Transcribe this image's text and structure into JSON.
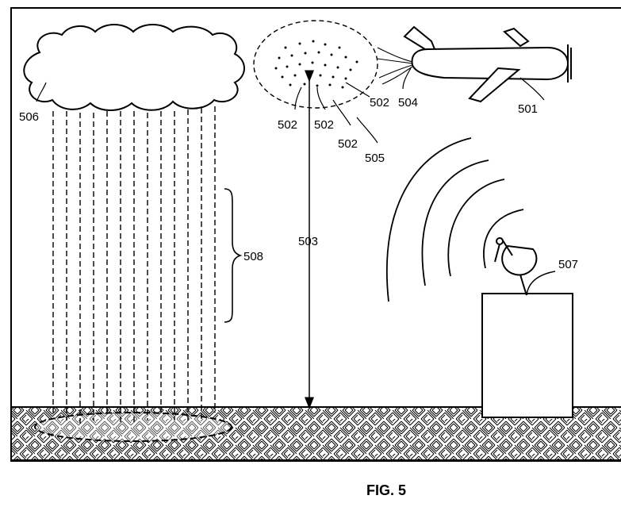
{
  "caption": "FIG. 5",
  "labels": {
    "aircraft": "501",
    "particle_a": "502",
    "particle_b": "502",
    "particle_c": "502",
    "particle_d": "502",
    "altitude": "503",
    "nozzle": "504",
    "particle_cloud": "505",
    "rain_cloud": "506",
    "radar_station": "507",
    "precipitation": "508"
  }
}
